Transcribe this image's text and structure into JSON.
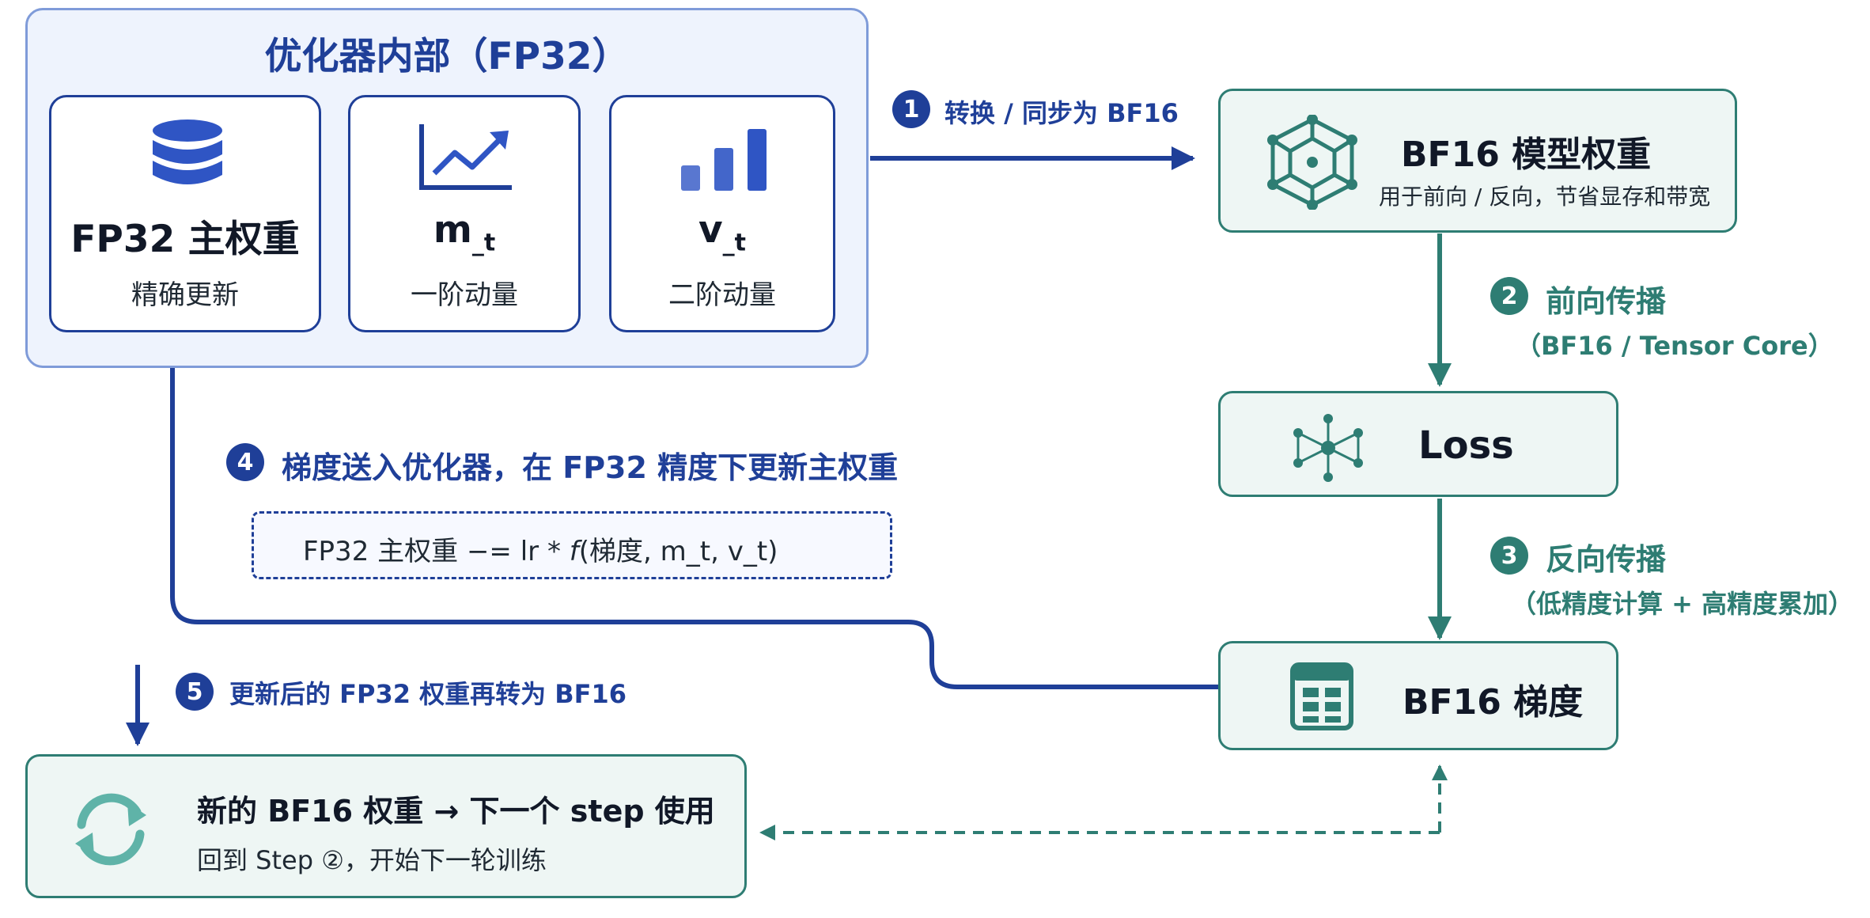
{
  "optimizer": {
    "title": "优化器内部（FP32）",
    "cards": [
      {
        "main": "FP32 主权重",
        "sub": "精确更新",
        "icon": "database-icon"
      },
      {
        "main_base": "m",
        "main_subscript": "_t",
        "sub": "一阶动量",
        "icon": "line-chart-icon"
      },
      {
        "main_base": "v",
        "main_subscript": "_t",
        "sub": "二阶动量",
        "icon": "bar-chart-icon"
      }
    ]
  },
  "nodes": {
    "model_weights": {
      "title": "BF16 模型权重",
      "sub": "用于前向 / 反向，节省显存和带宽",
      "icon": "network-cube-icon"
    },
    "loss": {
      "title": "Loss",
      "icon": "graph-nodes-icon"
    },
    "gradient": {
      "title": "BF16 梯度",
      "icon": "table-icon"
    },
    "next": {
      "title": "新的 BF16 权重 → 下一个 step 使用",
      "sub": "回到 Step ②，开始下一轮训练",
      "icon": "refresh-cycle-icon"
    }
  },
  "steps": {
    "s1": {
      "num": "1",
      "label": "转换 / 同步为 BF16"
    },
    "s2": {
      "num": "2",
      "label": "前向传播",
      "sub": "（BF16 / Tensor Core）"
    },
    "s3": {
      "num": "3",
      "label": "反向传播",
      "sub": "（低精度计算 + 高精度累加）"
    },
    "s4": {
      "num": "4",
      "label": "梯度送入优化器，在 FP32 精度下更新主权重"
    },
    "s5": {
      "num": "5",
      "label": "更新后的 FP32 权重再转为 BF16"
    }
  },
  "formula": {
    "prefix": "FP32 主权重 −= lr * ",
    "func": "f",
    "suffix": "(梯度, m_t, v_t)"
  },
  "colors": {
    "blue": "#1f3f98",
    "teal": "#2e7d73",
    "panel_blue": "#eef3fd",
    "panel_teal": "#eef6f4"
  }
}
